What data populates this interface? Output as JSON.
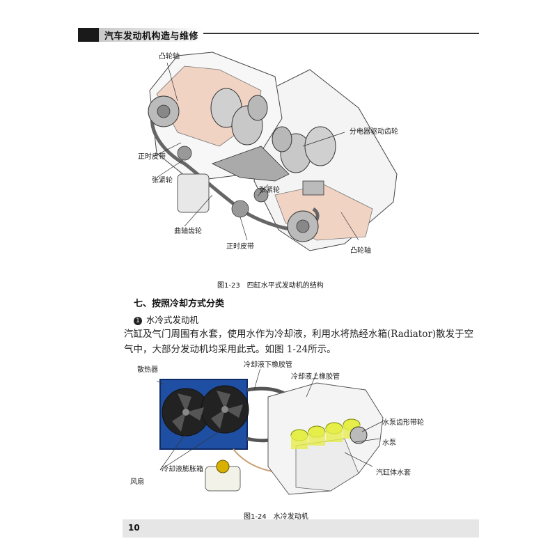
{
  "header": {
    "title": "汽车发动机构造与维修"
  },
  "figure1": {
    "labels": {
      "camshaft_top": "凸轮轴",
      "distributor_gear": "分电器驱动齿轮",
      "timing_belt_left": "正时皮带",
      "tensioner_left": "张紧轮",
      "tensioner_mid": "张紧轮",
      "crank_gear": "曲轴齿轮",
      "timing_belt_bottom": "正时皮带",
      "camshaft_bottom": "凸轮轴"
    },
    "caption": "图1-23　四缸水平式发动机的结构"
  },
  "section": {
    "heading": "七、按照冷却方式分类",
    "sub_number": "1",
    "sub_heading": "水冷式发动机",
    "paragraph_line1": "汽缸及气门周围有水套，使用水作为冷却液，利用水将热经水箱(Radiator)散发于空",
    "paragraph_line2": "气中，大部分发动机均采用此式。如图 1-24所示。"
  },
  "figure2": {
    "labels": {
      "radiator": "散热器",
      "lower_hose": "冷却液下橡胶管",
      "upper_hose": "冷却液上橡胶管",
      "pump_pulley": "水泵齿形带轮",
      "water_pump": "水泵",
      "expansion_tank": "冷却液膨胀箱",
      "cylinder_jacket": "汽缸体水套",
      "fan": "风扇"
    },
    "caption": "图1-24　水冷发动机"
  },
  "footer": {
    "page_number": "10"
  }
}
